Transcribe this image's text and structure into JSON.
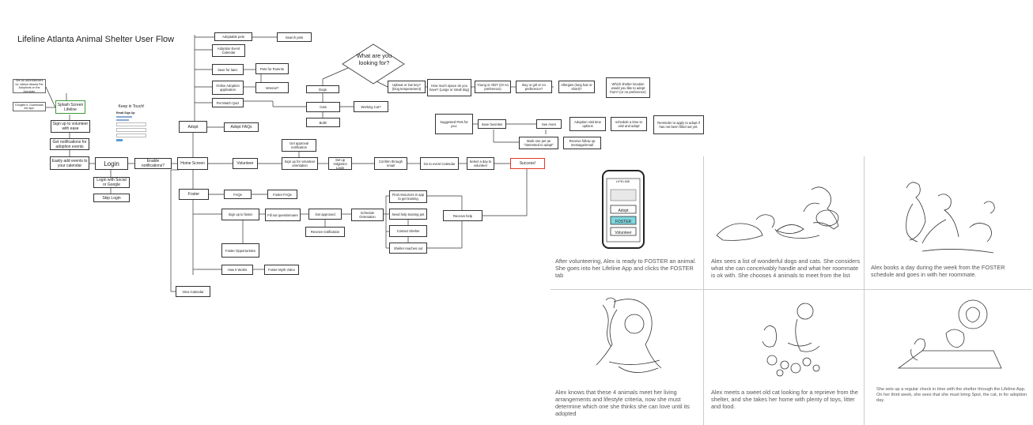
{
  "title": "Lifeline Atlanta Animal Shelter User Flow",
  "question": "What are you looking for?",
  "nodes": {
    "see_ad": "See an advertisement for Lifeline Atlanta Pet Adoptions on the interstate",
    "google": "Googles It. Downloads the app.",
    "splash": "Splash Screen Lifeline",
    "signup_vol": "Sign up to volunteer with ease",
    "notif_adopt": "Get notifications for adoption events",
    "add_events": "Easily add events to your calendar",
    "login": "Login",
    "login_social": "Login with Social or Google",
    "skip_login": "Skip Login",
    "enable_notif": "Enable notifications?",
    "home": "Home Screen",
    "adopt": "Adopt",
    "adopt_faqs": "Adopt FAQs",
    "adoptable_pets": "Adoptable pets",
    "search_pets": "Search pets",
    "adoption_event": "Adoption Event Calendar",
    "save_later": "Save for later.",
    "pets_parents": "Pets for Parents",
    "veteran": "Veteran?",
    "online_app": "Online Adoption application",
    "pet_match": "Pet Match Quiz",
    "dogs": "Dogs",
    "cats": "Cats",
    "both": "Both!",
    "working_cat": "Working Cat?",
    "upbeat": "Upbeat or low key? (Dog temperament)",
    "space": "How much space do you have? (Large or small dog)",
    "young_old": "Young or Old? (Or no preference)",
    "boy_girl": "Boy or girl or no preference?",
    "allergies": "Allergies (long hair or short)?",
    "location": "Which shelter location would you like to adopt from? (or no preference)",
    "suggested": "Suggested Pets for you:",
    "save_fav": "Save favorites",
    "see_more": "See more",
    "visit_time": "Adoption visit time options",
    "schedule_visit": "schedule a time to visit and adopt",
    "reminder": "Reminder to apply to adopt if has not been filled out yet.",
    "mark_pet": "Mark one pet as \"interested to adopt\"",
    "followup": "Receive follow up message/email",
    "keep_title": "Keep in Touch!",
    "keep_sub": "Email Sign Up",
    "volunteer": "Volunteer",
    "approval_notif": "Get approval notification",
    "vol_orientation": "Sign up for volunteer orientation",
    "volgistics": "Set up Volgistics Login",
    "confirm_email": "Confirm through email",
    "event_calendar": "Go to event Calendar",
    "select_day": "Select a day to volunteer",
    "success": "Success!",
    "foster": "Foster",
    "faqs": "FAQs",
    "foster_faqs": "Foster FAQs",
    "signup_foster": "Sign up to foster",
    "fill_questionnaire": "Fill out questionnaire",
    "get_approved": "Get approved",
    "receive_notif": "Receive notification",
    "schedule_orientation": "Schedule Orientation",
    "find_resources": "Find resources in app to get training",
    "need_help": "Need help training pet",
    "contact_shelter": "Contact Shelter",
    "shelter_reaches": "Shelter reaches out",
    "receive_help": "Receive help",
    "foster_opps": "Foster Opportunities",
    "how_works": "How it Works",
    "foster_myth": "Foster Myth Video",
    "view_calendar": "View Calendar"
  },
  "phone": {
    "brand": "LIFELINE",
    "buttons": [
      "Adopt",
      "FOSTER",
      "Volunteer"
    ]
  },
  "captions": [
    "After volunteering, Alex is ready to FOSTER an animal. She goes into her Lifeline App and clicks the FOSTER tab",
    "Alex sees a list of wonderful dogs and cats. She considers what she can conceivably handle and what her roommate is ok with. She chooses 4 animals to meet from the list",
    "Alex books a day during the week from the FOSTER schedule and goes in with her roommate.",
    "Alex knows that these 4 animals meet her living arrangements and lifestyle criteria, now she must determine which one she thinks she can love until its adopted",
    "Alex meets a sweet old cat looking for a reprieve from the shelter, and she takes her home with plenty of toys, litter and food.",
    "She sets up a regular check in time with the shelter through the Lifeline App. On her third week, she sees that she must bring Spot, the cat, in for adoption day."
  ],
  "colors": {
    "splash_border": "#3c9a3c",
    "success_border": "#e03a2a",
    "foster_highlight": "#7fd6de"
  }
}
